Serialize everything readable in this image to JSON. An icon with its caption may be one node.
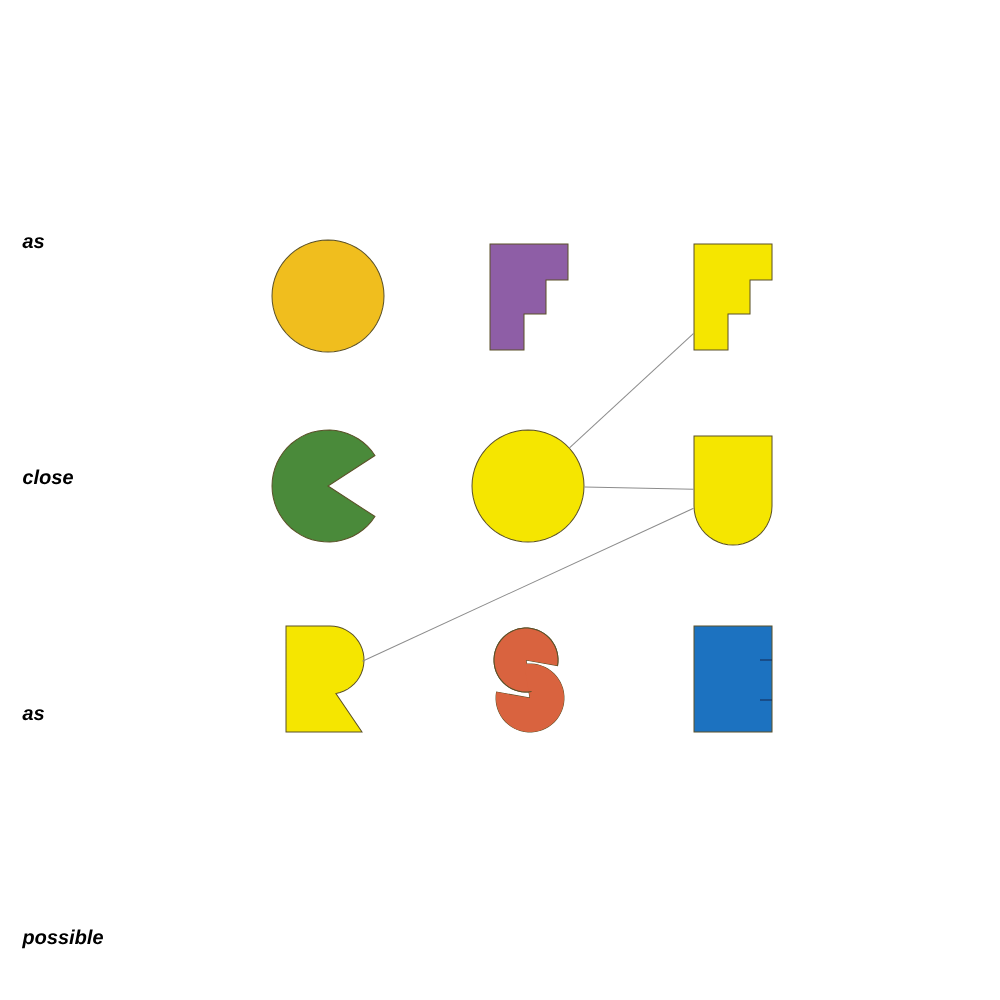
{
  "diagram": {
    "nodes": [
      {
        "text": [],
        "shape": "circle"
      },
      {
        "text": [],
        "shape": "box"
      },
      {
        "text": [],
        "shape": "box"
      },
      {
        "text": [],
        "shape": "circle"
      },
      {
        "text": [],
        "shape": "circle"
      },
      {
        "text": [],
        "shape": "box"
      },
      {
        "text": [],
        "shape": "box"
      },
      {
        "text": [],
        "shape": "box"
      },
      {
        "text": [],
        "shape": "box"
      }
    ],
    "edges": [
      {
        "from": 4,
        "to": 2,
        "arrow": "none"
      },
      {
        "from": 4,
        "to": 5,
        "arrow": "none"
      },
      {
        "from": 5,
        "to": 6,
        "arrow": "none"
      }
    ],
    "labels": [
      "as",
      "close",
      "as",
      "possible"
    ]
  }
}
